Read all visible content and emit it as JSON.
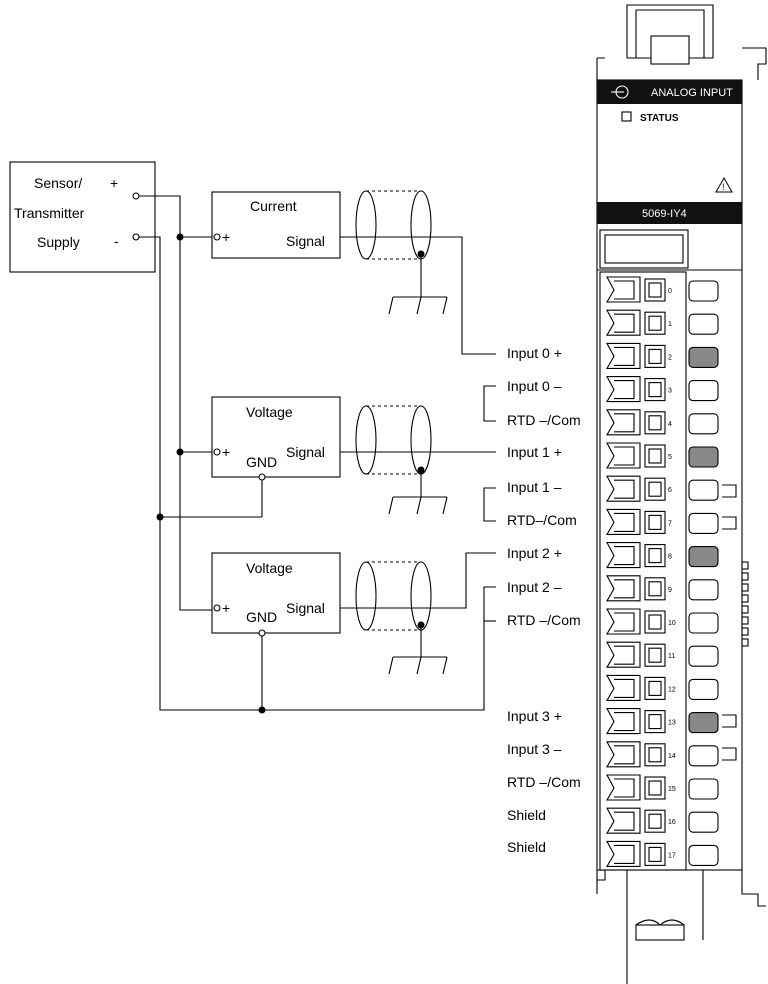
{
  "sensor": {
    "line1": "Sensor/",
    "line2": "Transmitter",
    "line3": "Supply",
    "plus": "+",
    "minus": "-"
  },
  "devices": [
    {
      "title": "Current",
      "plus": "+",
      "signal": "Signal",
      "gnd": ""
    },
    {
      "title": "Voltage",
      "plus": "+",
      "signal": "Signal",
      "gnd": "GND"
    },
    {
      "title": "Voltage",
      "plus": "+",
      "signal": "Signal",
      "gnd": "GND"
    }
  ],
  "terminal_labels": [
    "Input 0 +",
    "Input 0 –",
    "RTD –/Com",
    "Input 1 +",
    "Input 1 –",
    "RTD–/Com",
    "Input 2 +",
    "Input 2 –",
    "RTD –/Com",
    "Input 3 +",
    "Input 3 –",
    "RTD –/Com",
    "Shield",
    "Shield"
  ],
  "module": {
    "header": "ANALOG INPUT",
    "status": "STATUS",
    "model": "5069-IY4",
    "terminal_numbers": [
      "0",
      "1",
      "2",
      "3",
      "4",
      "5",
      "6",
      "7",
      "8",
      "9",
      "10",
      "11",
      "12",
      "13",
      "14",
      "15",
      "16",
      "17"
    ],
    "highlighted_terminals": [
      2,
      5,
      8,
      13
    ],
    "colors": {
      "header_bg": "#111111",
      "highlight": "#888888"
    }
  }
}
